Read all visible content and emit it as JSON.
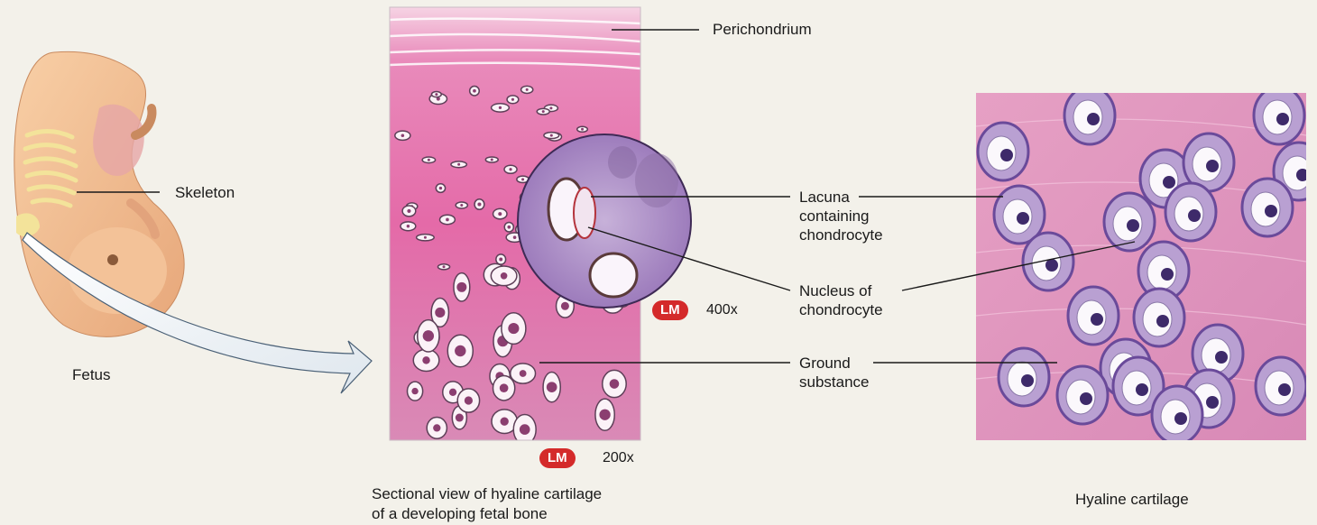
{
  "labels": {
    "perichondrium": "Perichondrium",
    "skeleton": "Skeleton",
    "fetus": "Fetus",
    "lacuna": "Lacuna\ncontaining\nchondrocyte",
    "nucleus": "Nucleus of\nchondrocyte",
    "ground_substance": "Ground\nsubstance"
  },
  "magnifications": {
    "inset": {
      "badge": "LM",
      "value": "400x"
    },
    "main": {
      "badge": "LM",
      "value": "200x"
    }
  },
  "captions": {
    "section": "Sectional view of hyaline cartilage\nof a developing fetal bone",
    "illustration": "Hyaline cartilage"
  },
  "colors": {
    "badge": "#d42a2a",
    "tissue_pink": "#e46aa8",
    "matrix_purple": "#b9a0d2",
    "cell_outline": "#6a4a9a",
    "background": "#f3f1ea"
  }
}
